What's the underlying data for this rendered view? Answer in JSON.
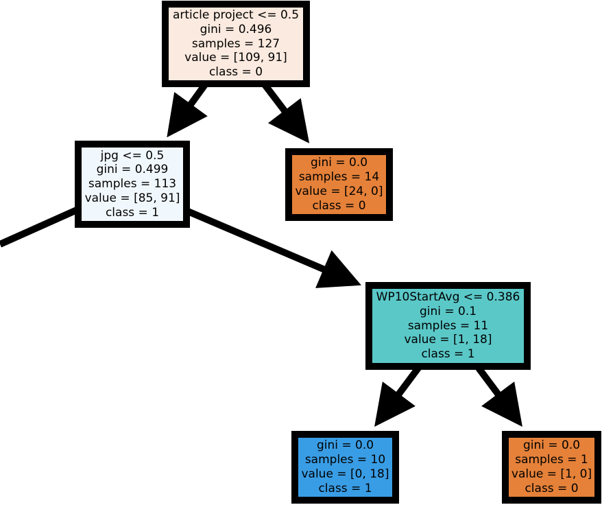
{
  "colors": {
    "class0_light": "#fbeadf",
    "class0": "#e58139",
    "class1_light": "#f1f8fd",
    "class1": "#399de5",
    "teal": "#5bc8c8",
    "edge": "#000000",
    "border": "#000000"
  },
  "nodes": {
    "root": {
      "fill": "#fbeadf",
      "lines": [
        "article project <= 0.5",
        "gini = 0.496",
        "samples = 127",
        "value = [109, 91]",
        "class = 0"
      ]
    },
    "jpg": {
      "fill": "#f1f8fd",
      "lines": [
        "jpg <= 0.5",
        "gini = 0.499",
        "samples = 113",
        "value = [85, 91]",
        "class = 1"
      ]
    },
    "leaf_right_top": {
      "fill": "#e58139",
      "lines": [
        "gini = 0.0",
        "samples = 14",
        "value = [24, 0]",
        "class = 0"
      ]
    },
    "wp10": {
      "fill": "#5bc8c8",
      "lines": [
        "WP10StartAvg <= 0.386",
        "gini = 0.1",
        "samples = 11",
        "value = [1, 18]",
        "class = 1"
      ]
    },
    "leaf_blue": {
      "fill": "#399de5",
      "lines": [
        "gini = 0.0",
        "samples = 10",
        "value = [0, 18]",
        "class = 1"
      ]
    },
    "leaf_orange_bottom": {
      "fill": "#e58139",
      "lines": [
        "gini = 0.0",
        "samples = 1",
        "value = [1, 0]",
        "class = 0"
      ]
    }
  }
}
